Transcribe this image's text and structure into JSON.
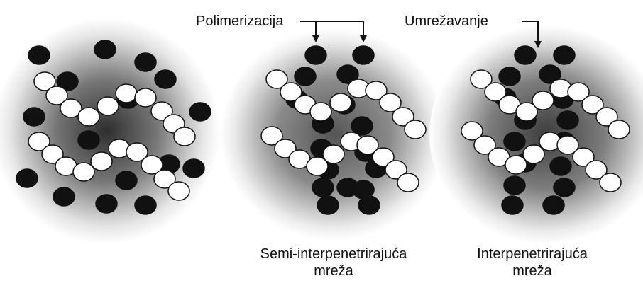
{
  "labels": {
    "polymerization": "Polimerizacija",
    "crosslinking": "Umrežavanje"
  },
  "captions": {
    "semi_ipn_line1": "Semi-interpenetrirajuća",
    "semi_ipn_line2": "mreža",
    "ipn_line1": "Interpenetrirajuća",
    "ipn_line2": "mreža"
  },
  "colors": {
    "background": "#ffffff",
    "black_particle": "#111111",
    "white_particle": "#ffffff",
    "particle_outline": "#111111",
    "halo_dark": "#444444",
    "text": "#111111"
  }
}
